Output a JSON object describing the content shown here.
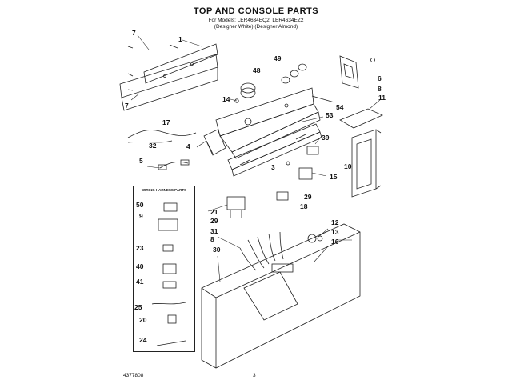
{
  "header": {
    "title": "TOP AND CONSOLE PARTS",
    "models_line": "For Models: LER4634EQ2, LER4634EZ2",
    "colors_line": "(Designer White)  (Designer Almond)"
  },
  "wiring_box": {
    "title": "WIRING HARNESS PARTS"
  },
  "callouts": [
    "7",
    "1",
    "49",
    "48",
    "6",
    "8",
    "7",
    "14",
    "54",
    "11",
    "17",
    "53",
    "39",
    "32",
    "4",
    "5",
    "3",
    "10",
    "15",
    "29",
    "21",
    "18",
    "29",
    "12",
    "31",
    "13",
    "8",
    "16",
    "30",
    "50",
    "9",
    "23",
    "40",
    "41",
    "25",
    "20",
    "24"
  ],
  "footer": {
    "part_number": "4377808",
    "page_number": "3"
  }
}
